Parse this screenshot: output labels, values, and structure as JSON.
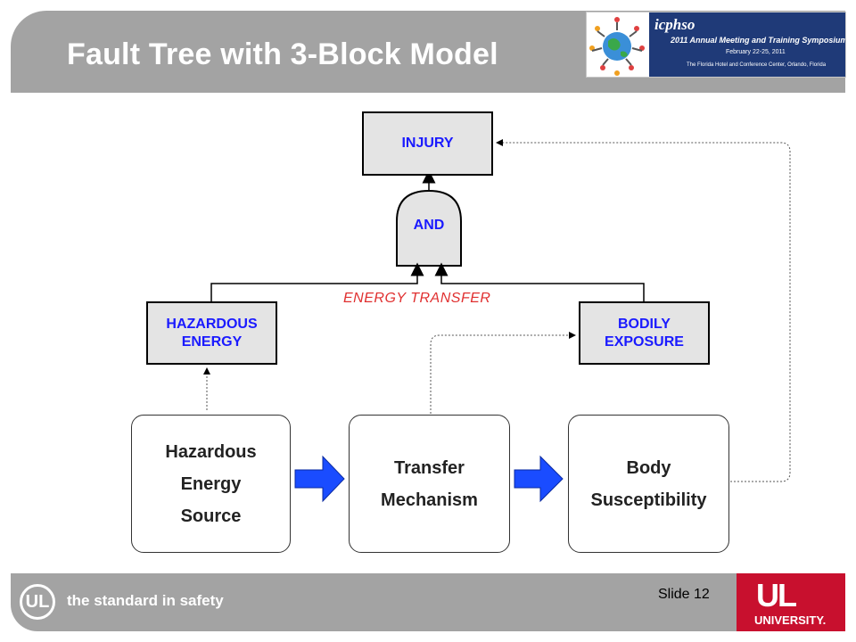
{
  "header": {
    "title": "Fault Tree with 3-Block Model"
  },
  "banner": {
    "org": "icphso",
    "event": "2011 Annual Meeting and Training Symposium",
    "dates": "February 22-25, 2011",
    "venue": "The Florida Hotel and Conference Center, Orlando, Florida"
  },
  "diagram": {
    "top_event": "INJURY",
    "gate": "AND",
    "energy_transfer_label": "ENERGY TRANSFER",
    "left_event": "HAZARDOUS ENERGY",
    "right_event": "BODILY EXPOSURE",
    "blocks": [
      {
        "label": "Hazardous Energy Source"
      },
      {
        "label": "Transfer Mechanism"
      },
      {
        "label": "Body Susceptibility"
      }
    ],
    "colors": {
      "event_text": "#1a1aff",
      "energy_transfer_text": "#e03030",
      "arrow_fill": "#1a4cff"
    }
  },
  "footer": {
    "ul_logo_text": "UL",
    "tagline": "the standard in safety",
    "slide_number": "Slide 12",
    "ul_university_mark": "UL",
    "ul_university_text": "UNIVERSITY."
  }
}
